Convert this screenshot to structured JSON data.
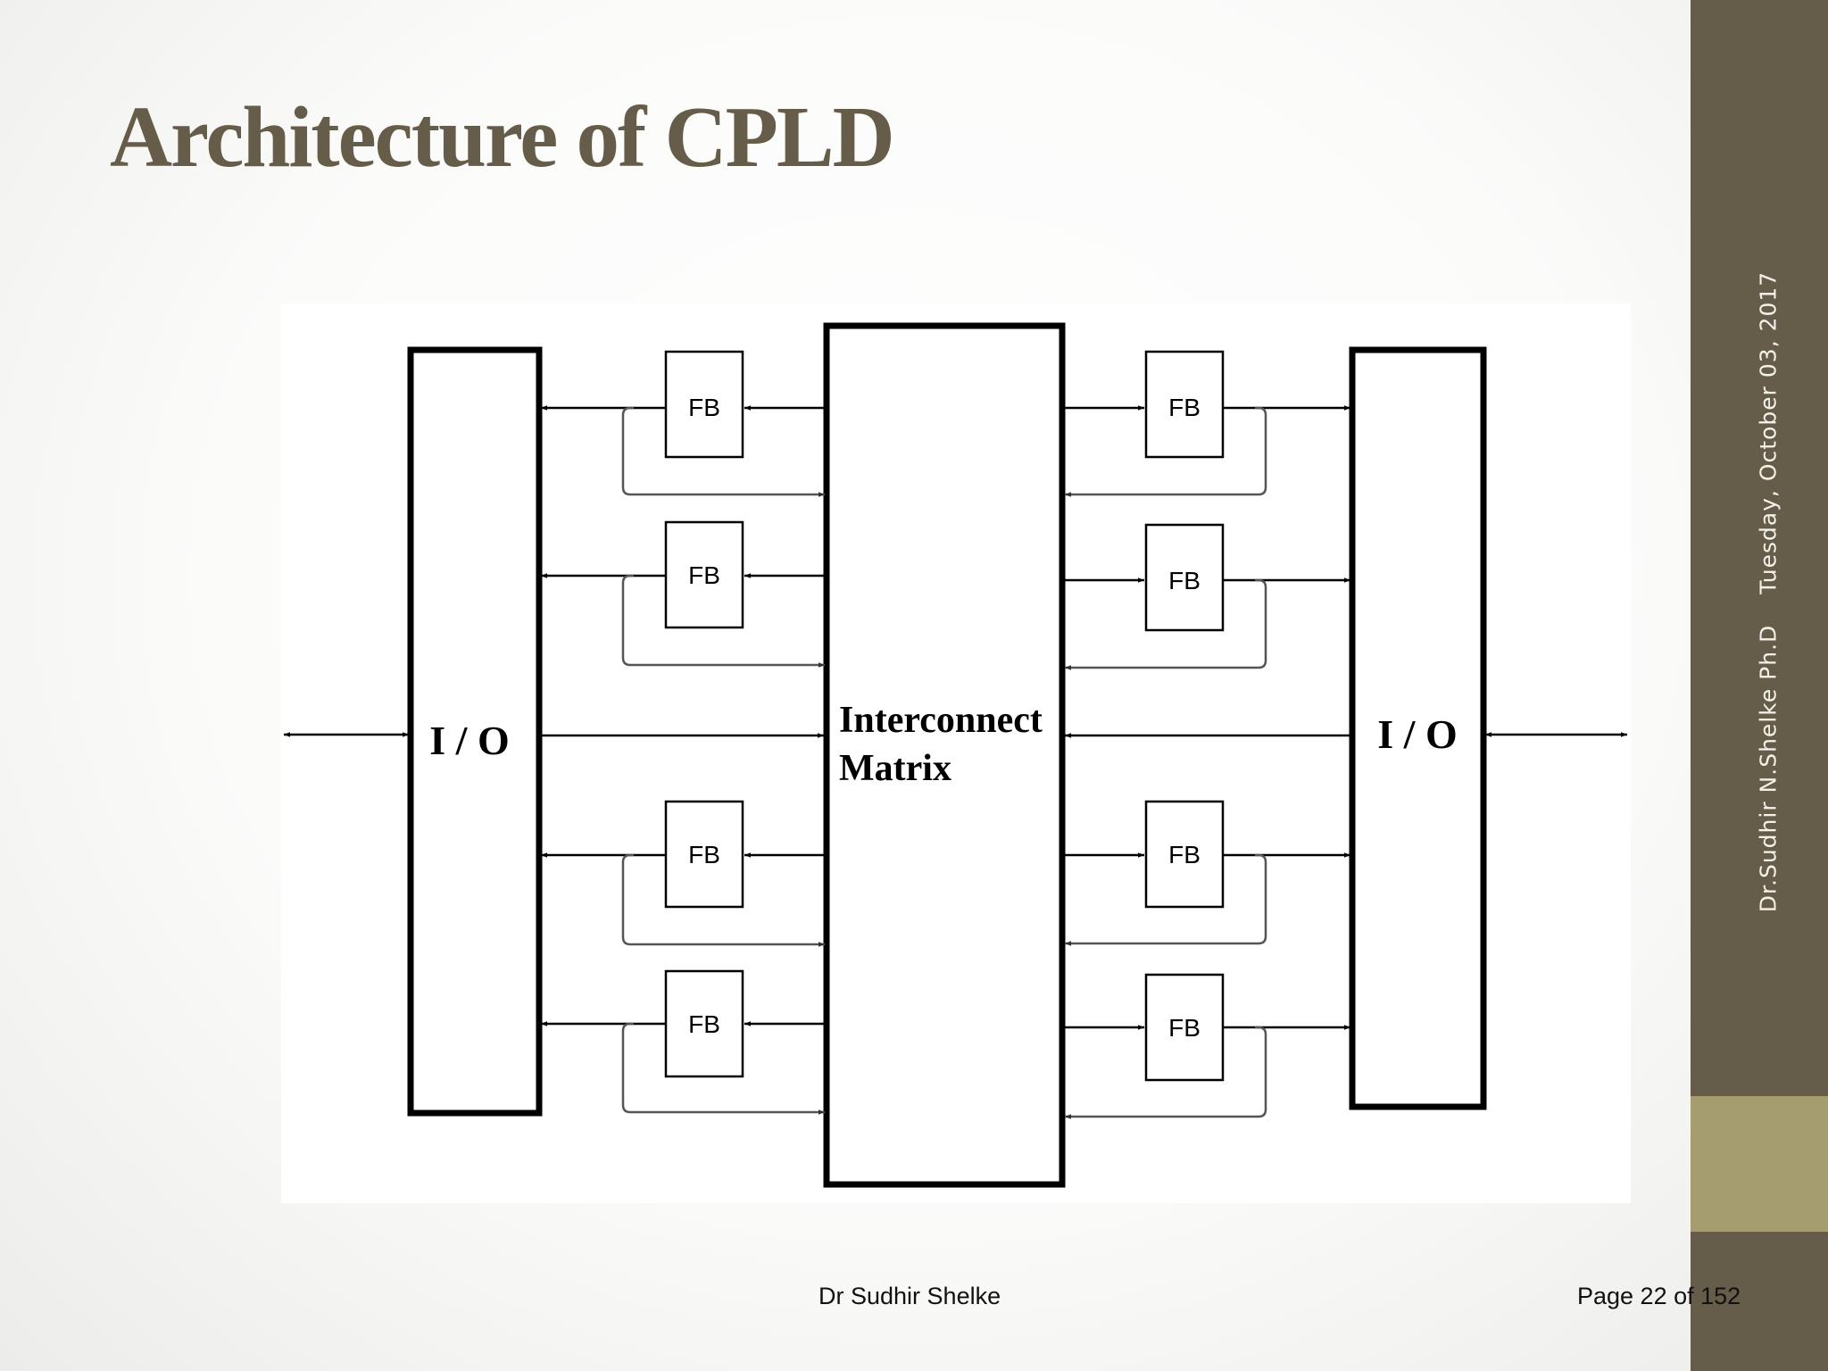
{
  "slide": {
    "title": "Architecture of CPLD",
    "sidebar": {
      "author": "Dr.Sudhir N.Shelke Ph.D",
      "date": "Tuesday, October 03, 2017"
    },
    "footer": {
      "author": "Dr Sudhir Shelke",
      "page": "Page 22 of 152"
    }
  },
  "diagram": {
    "io_label": "I / O",
    "fb_label": "FB",
    "matrix_label_line1": "Interconnect",
    "matrix_label_line2": "Matrix"
  },
  "colors": {
    "title": "#655d49",
    "sidebar": "#655d49",
    "sidebar_accent": "#a59d70"
  }
}
